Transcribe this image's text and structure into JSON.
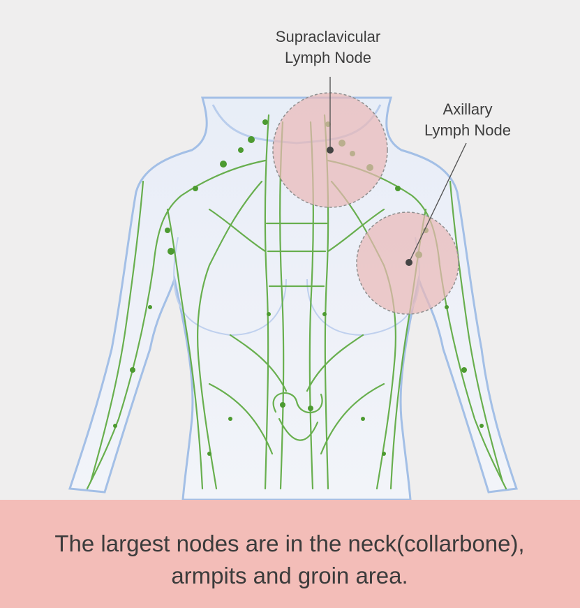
{
  "labels": {
    "supraclavicular_line1": "Supraclavicular",
    "supraclavicular_line2": "Lymph Node",
    "axillary_line1": "Axillary",
    "axillary_line2": "Lymph Node"
  },
  "caption": {
    "line1": "The largest nodes are in the neck(collarbone),",
    "line2": "armpits and groin area."
  },
  "colors": {
    "background": "#efeeee",
    "caption_band": "#f3bdb8",
    "highlight_circle": "#eab8b6",
    "lymph_vessels": "#5aa83c",
    "body_outline": "#9fbde6"
  }
}
